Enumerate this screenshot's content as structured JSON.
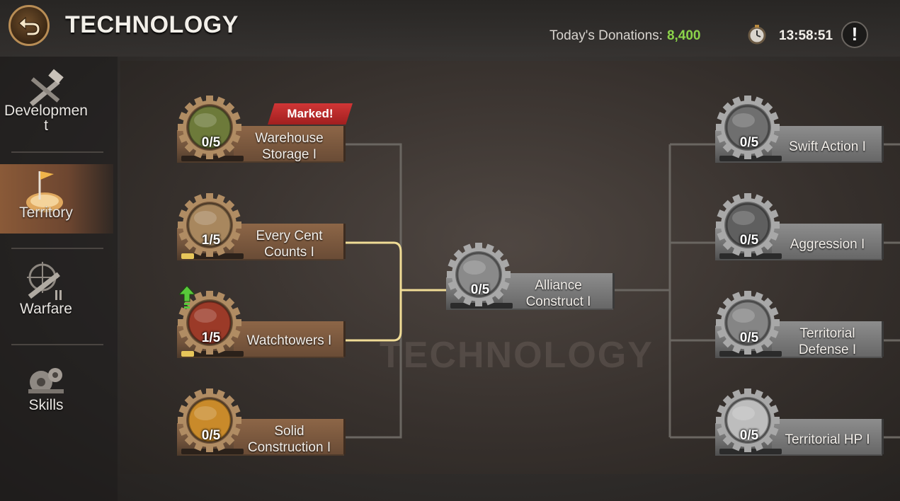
{
  "header": {
    "title": "TECHNOLOGY",
    "donations_label": "Today's Donations:",
    "donations_value": "8,400",
    "timer": "13:58:51",
    "alert_glyph": "!"
  },
  "sidebar": {
    "items": [
      {
        "label": "Developmen\nt",
        "icon": "hammer-wrench-icon",
        "active": false
      },
      {
        "label": "Territory",
        "icon": "flag-globe-icon",
        "active": true
      },
      {
        "label": "Warfare",
        "icon": "crosshair-rifle-icon",
        "active": false
      },
      {
        "label": "Skills",
        "icon": "gears-icon",
        "active": false
      }
    ]
  },
  "background_label": "TECHNOLOGY",
  "nodes": {
    "warehouse": {
      "name": "Warehouse Storage I",
      "count": "0/5",
      "progress": 0,
      "marked": "Marked!"
    },
    "every_cent": {
      "name": "Every Cent Counts I",
      "count": "1/5",
      "progress": 0.2
    },
    "watchtowers": {
      "name": "Watchtowers I",
      "count": "1/5",
      "progress": 0.2
    },
    "solid": {
      "name": "Solid Construction I",
      "count": "0/5",
      "progress": 0
    },
    "alliance": {
      "name": "Alliance Construct I",
      "count": "0/5",
      "progress": 0
    },
    "swift": {
      "name": "Swift Action I",
      "count": "0/5",
      "progress": 0
    },
    "aggression": {
      "name": "Aggression I",
      "count": "0/5",
      "progress": 0
    },
    "territorial_defense": {
      "name": "Territorial Defense I",
      "count": "0/5",
      "progress": 0
    },
    "territorial_hp": {
      "name": "Territorial HP I",
      "count": "0/5",
      "progress": 0
    }
  },
  "colors": {
    "accent_green": "#8bd34a",
    "active_link": "#f0dc96",
    "inactive_link": "#6a6661",
    "marked_red": "#c62d2d"
  }
}
